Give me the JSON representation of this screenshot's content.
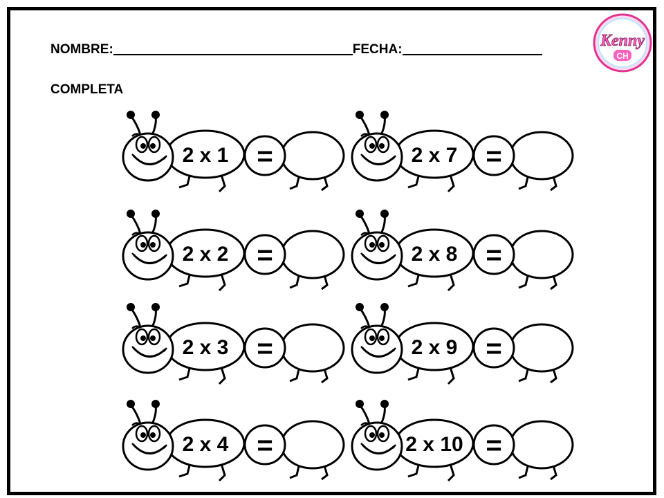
{
  "worksheet": {
    "name_label": "NOMBRE:",
    "date_label": "FECHA:",
    "instruction": "COMPLETA",
    "logo": {
      "name": "Kenny",
      "sub": "CH",
      "colors": {
        "ring": "#e0338f",
        "text": "#ff5fbf",
        "bg": "#ffd9f0"
      }
    }
  },
  "ants": [
    {
      "problem": "2 x 1",
      "equals": "="
    },
    {
      "problem": "2 x 2",
      "equals": "="
    },
    {
      "problem": "2 x 3",
      "equals": "="
    },
    {
      "problem": "2 x 4",
      "equals": "="
    },
    {
      "problem": "2 x 7",
      "equals": "="
    },
    {
      "problem": "2 x 8",
      "equals": "="
    },
    {
      "problem": "2 x 9",
      "equals": "="
    },
    {
      "problem": "2 x 10",
      "equals": "="
    }
  ]
}
